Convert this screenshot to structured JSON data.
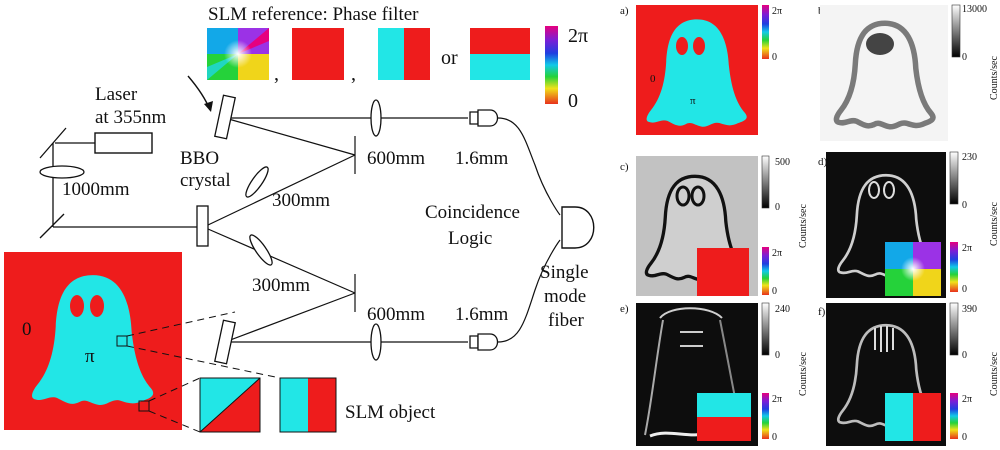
{
  "setup": {
    "title": "SLM reference: Phase filter",
    "sep1": ",",
    "sep2": ",",
    "or": "or",
    "scale_top": "2π",
    "scale_bottom": "0",
    "laser_line1": "Laser",
    "laser_line2": "at 355nm",
    "lens_1000": "1000mm",
    "bbo_line1": "BBO",
    "bbo_line2": "crystal",
    "d300_top": "300mm",
    "d300_bottom": "300mm",
    "d600_top": "600mm",
    "d600_bottom": "600mm",
    "f16_top": "1.6mm",
    "f16_bottom": "1.6mm",
    "coinc_line1": "Coincidence",
    "coinc_line2": "Logic",
    "smf_line1": "Single",
    "smf_line2": "mode",
    "smf_line3": "fiber",
    "object_zero": "0",
    "object_pi": "π",
    "slm_object": "SLM object"
  },
  "panels": {
    "a": {
      "letter": "a)",
      "zero": "0",
      "pi": "π",
      "top": "2π",
      "bottom": "0"
    },
    "b": {
      "letter": "b)",
      "max": "13000",
      "min": "0",
      "unit": "Counts/sec"
    },
    "c": {
      "letter": "c)",
      "max": "500",
      "min": "0",
      "unit": "Counts/sec",
      "top": "2π",
      "bottom": "0"
    },
    "d": {
      "letter": "d)",
      "max": "230",
      "min": "0",
      "unit": "Counts/sec",
      "top": "2π",
      "bottom": "0"
    },
    "e": {
      "letter": "e)",
      "max": "240",
      "min": "0",
      "unit": "Counts/sec",
      "top": "2π",
      "bottom": "0"
    },
    "f": {
      "letter": "f)",
      "max": "390",
      "min": "0",
      "unit": "Counts/sec",
      "top": "2π",
      "bottom": "0"
    }
  },
  "colors": {
    "phase_zero": "#ee1c1c",
    "phase_pi": "#22e6e6"
  }
}
